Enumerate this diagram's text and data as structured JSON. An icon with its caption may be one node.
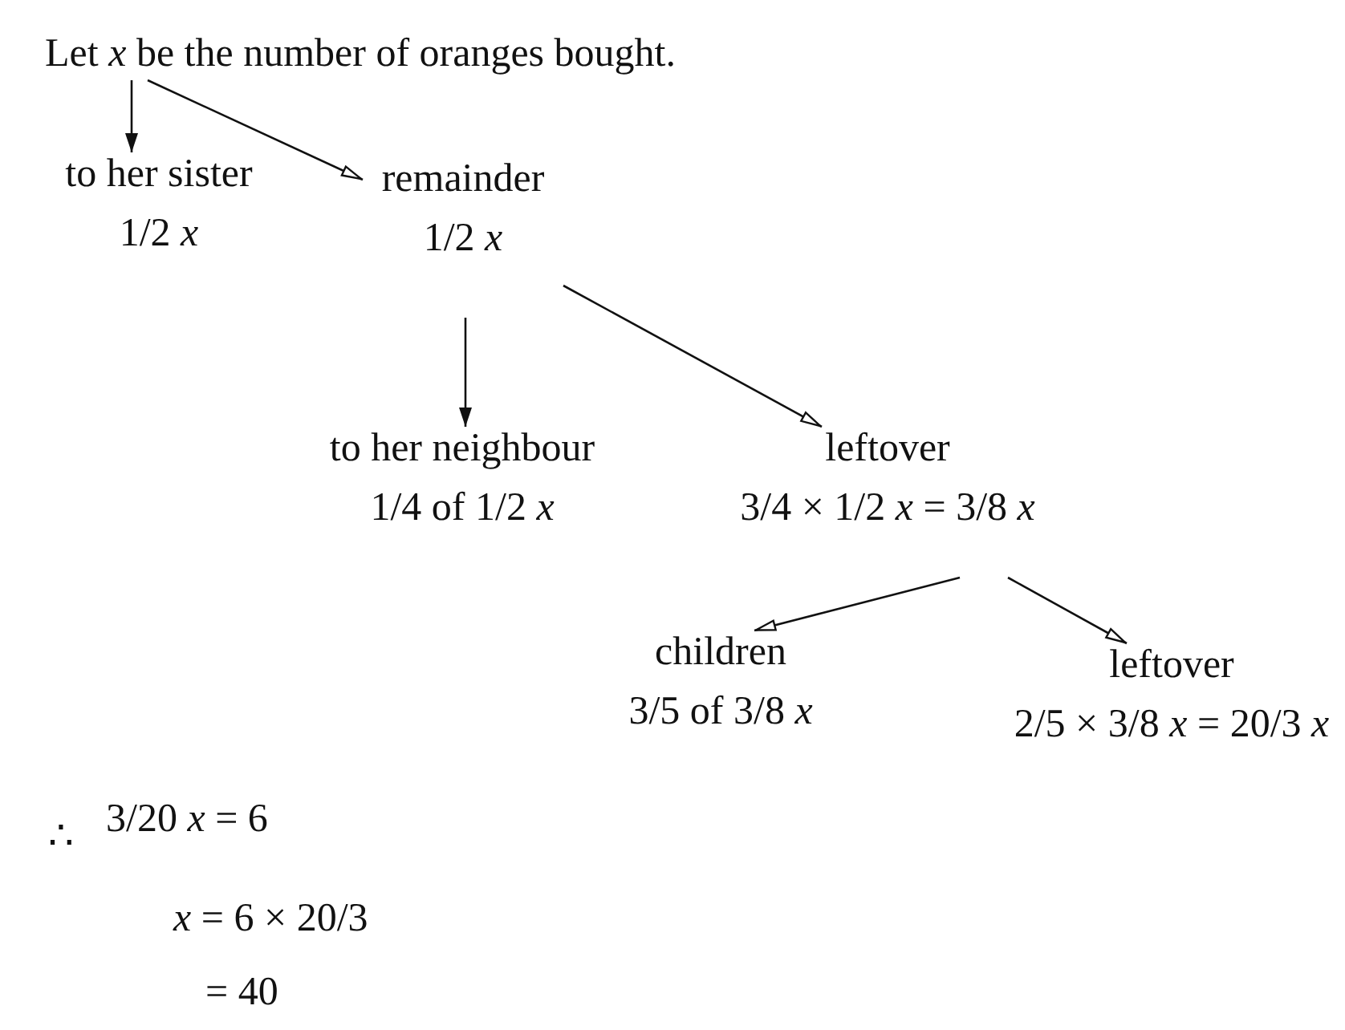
{
  "diagram": {
    "nodes": [
      {
        "text": [
          "Let *x* be the number of oranges bought."
        ]
      },
      {
        "text": [
          "to her sister",
          "1/2 *x*"
        ]
      },
      {
        "text": [
          "remainder",
          "1/2 *x*"
        ]
      },
      {
        "text": [
          "to her neighbour",
          "1/4 of 1/2 *x*"
        ]
      },
      {
        "text": [
          "leftover",
          "3/4 × 1/2 *x* = 3/8 *x*"
        ]
      },
      {
        "text": [
          "children",
          "3/5 of 3/8 *x*"
        ]
      },
      {
        "text": [
          "leftover",
          "2/5 × 3/8 *x* = 20/3 *x*"
        ]
      }
    ],
    "edges": [
      {
        "from": 0,
        "to": 1,
        "arrow": "to"
      },
      {
        "from": 0,
        "to": 2,
        "arrow": "to"
      },
      {
        "from": 2,
        "to": 3,
        "arrow": "to"
      },
      {
        "from": 2,
        "to": 4,
        "arrow": "to"
      },
      {
        "from": 4,
        "to": 5,
        "arrow": "to"
      },
      {
        "from": 4,
        "to": 6,
        "arrow": "to"
      }
    ],
    "labels": [
      "∴",
      "3/20 *x* = 6",
      "*x* = 6 × 20/3",
      "= 40"
    ]
  }
}
